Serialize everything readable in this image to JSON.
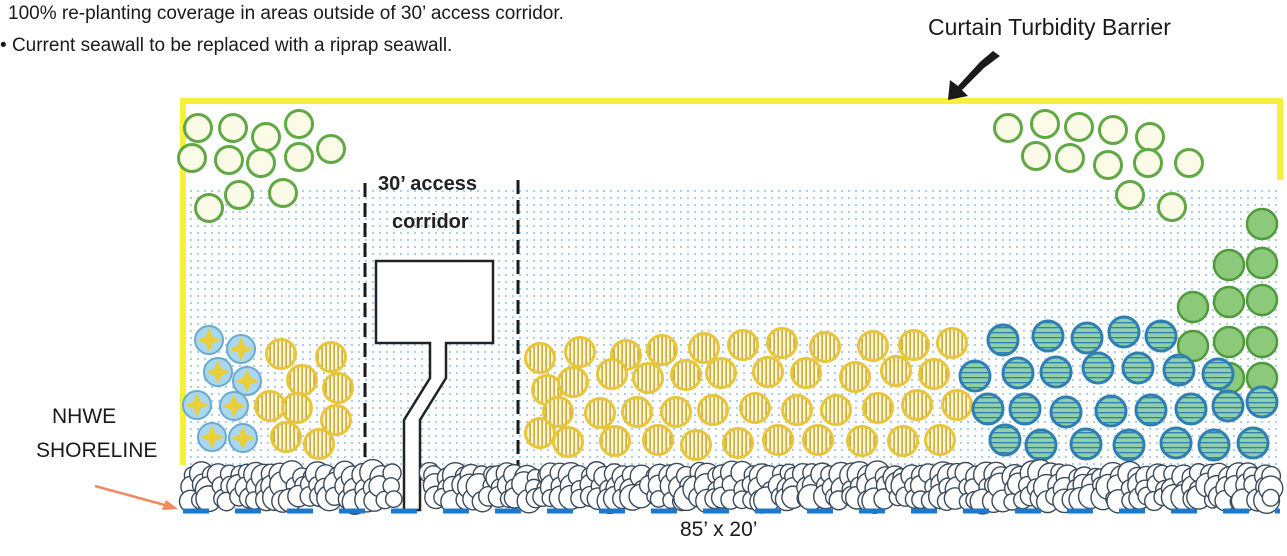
{
  "notes": [
    "100%  re-planting coverage in areas outside of 30’ access corridor.",
    "Current seawall to be replaced with a riprap seawall."
  ],
  "barrier_label": "Curtain Turbidity Barrier",
  "corridor_label_line1": "30’ access",
  "corridor_label_line2": "corridor",
  "shoreline_label_line1": "NHWE",
  "shoreline_label_line2": "SHORELINE",
  "dimension_label": "85’ x 20’",
  "colors": {
    "barrier": "#f7f03a",
    "water_dots": "#7db8e6",
    "light_green_outline": "#5fa843",
    "yellow_plant": "#e8c53a",
    "blue_plant": "#2f7fb5",
    "green_fill": "#8cc97a",
    "shoreline_dash": "#1f78c8",
    "arrow_orange": "#f08a5d"
  }
}
